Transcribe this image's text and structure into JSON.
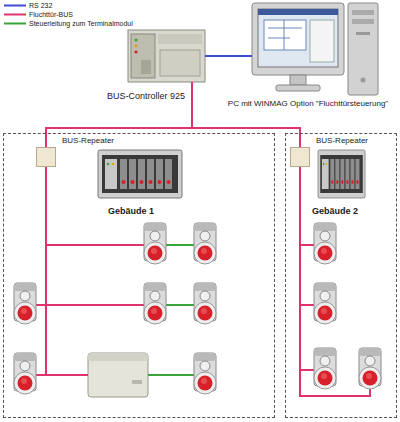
{
  "diagram": {
    "nodes": [
      {
        "text": [
          "BUS-Controller 925"
        ]
      },
      {
        "text": [
          "PC mit WINMAG Option \"Fluchttürsteuerung\""
        ]
      },
      {
        "text": [
          "Gebäude 1"
        ]
      },
      {
        "text": [
          "BUS-Repeater"
        ],
        "in": 2
      },
      {
        "text": [
          "Gebäude 2"
        ]
      },
      {
        "text": [
          "BUS-Repeater"
        ],
        "in": 4
      }
    ],
    "edges": [
      {
        "from": 0,
        "to": 1,
        "arrow": "none"
      },
      {
        "from": 0,
        "to": 3,
        "arrow": "none"
      },
      {
        "from": 0,
        "to": 5,
        "arrow": "none"
      }
    ],
    "legend": [
      {
        "text": "RS 232"
      },
      {
        "text": "Fluchttür-BUS"
      },
      {
        "text": "Steuerleitung zum Terminalmodul"
      }
    ]
  }
}
